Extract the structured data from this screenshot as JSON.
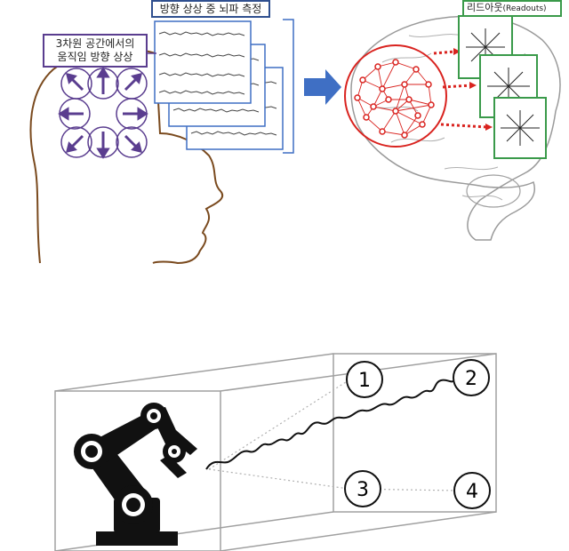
{
  "top_panel": {
    "imagery_label_line1": "3차원 공간에서의",
    "imagery_label_line2": "움직임 방향 상상",
    "eeg_label": "방향 상상 중 뇌파 측정",
    "readout_label_ko": "리드아웃",
    "readout_label_en": "(Readouts)"
  },
  "bottom_panel": {
    "targets": [
      "1",
      "2",
      "3",
      "4"
    ]
  },
  "colors": {
    "purple": "#5a3d8f",
    "blue": "#3f6fc4",
    "red": "#d9231f",
    "green": "#3a9a4a",
    "head_outline": "#7a4a1e"
  }
}
